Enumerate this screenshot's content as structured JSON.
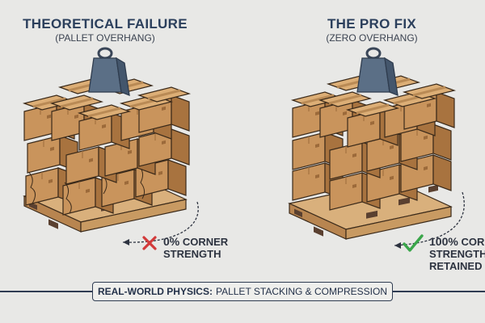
{
  "left": {
    "title": "THEORETICAL FAILURE",
    "subtitle": "(PALLET OVERHANG)",
    "note_percent": "0%",
    "note_line1": "CORNER",
    "note_line2": "STRENGTH",
    "status_icon": "x-icon",
    "status_color": "#d23a3a"
  },
  "right": {
    "title": "THE PRO FIX",
    "subtitle": "(ZERO OVERHANG)",
    "note_percent": "100%",
    "note_line1": "CORNER",
    "note_line2": "STRENGTH",
    "note_line3": "RETAINED",
    "status_icon": "check-icon",
    "status_color": "#3aa64a"
  },
  "footer": {
    "bold": "REAL-WORLD PHYSICS:",
    "rest": "PALLET STACKING & COMPRESSION"
  },
  "colors": {
    "background": "#e8e8e6",
    "box_front": "#c9945c",
    "box_side": "#a8733f",
    "box_top": "#dcae76",
    "weight": "#5b6f86",
    "pallet": "#c89a62",
    "title": "#2b3f5c"
  }
}
